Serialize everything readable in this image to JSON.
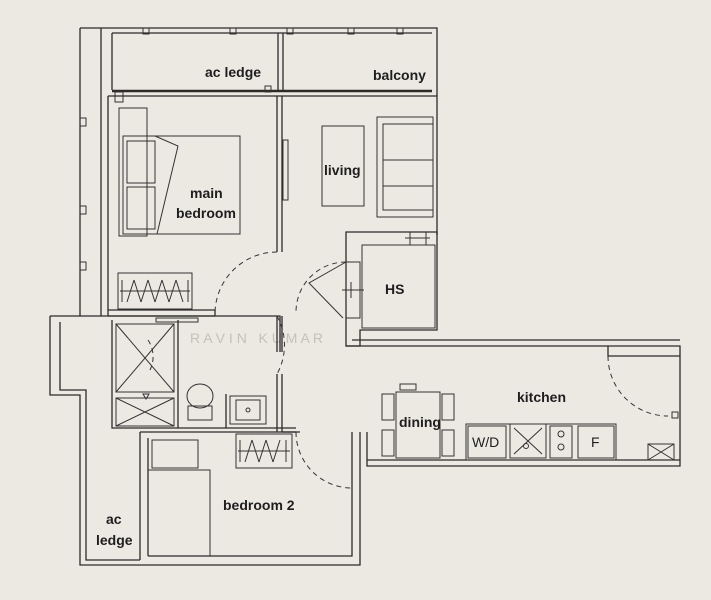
{
  "rooms": {
    "ac_ledge_top": "ac ledge",
    "balcony": "balcony",
    "main_bedroom_1": "main",
    "main_bedroom_2": "bedroom",
    "living": "living",
    "hs": "HS",
    "kitchen": "kitchen",
    "dining": "dining",
    "bedroom2": "bedroom 2",
    "ac_ledge_bottom_1": "ac",
    "ac_ledge_bottom_2": "ledge"
  },
  "appliances": {
    "washer_dryer": "W/D",
    "fridge": "F"
  },
  "watermark": "R A V I N   K U M A R",
  "colors": {
    "background": "#ece9e3",
    "line": "#2b2b2b",
    "watermark": "#c4c1bb"
  }
}
